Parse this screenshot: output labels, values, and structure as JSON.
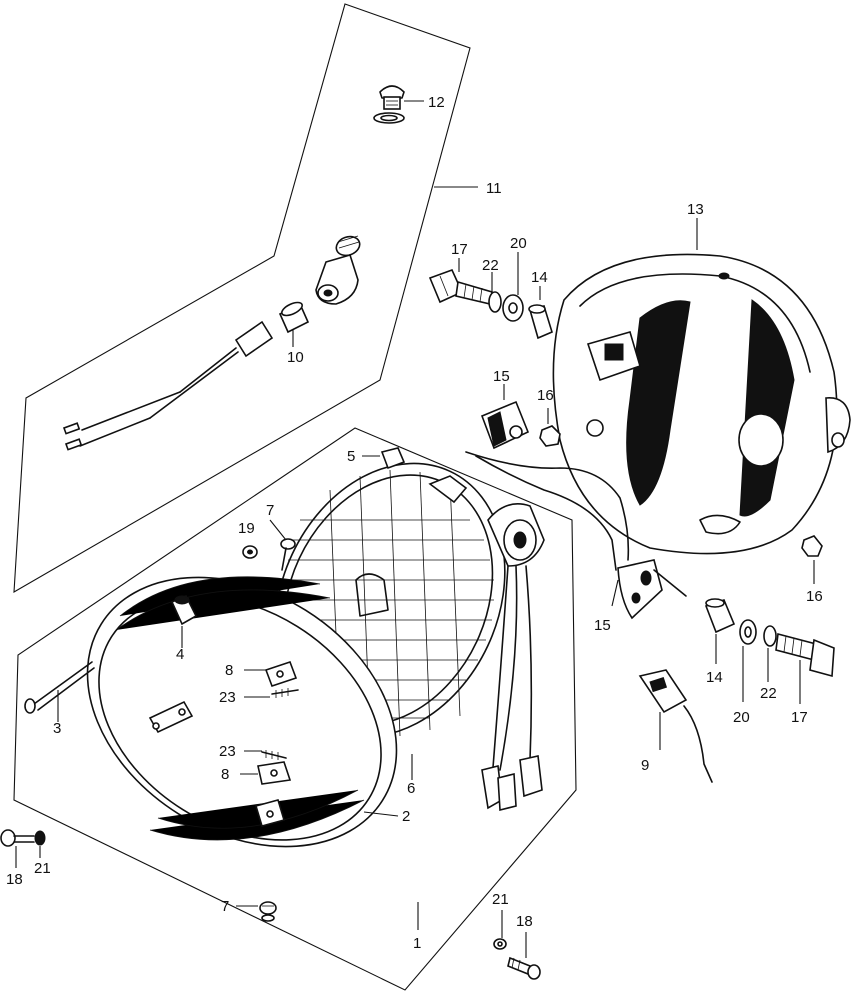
{
  "callouts": [
    {
      "id": "c12",
      "text": "12"
    },
    {
      "id": "c11",
      "text": "11"
    },
    {
      "id": "c10",
      "text": "10"
    },
    {
      "id": "c13",
      "text": "13"
    },
    {
      "id": "c17a",
      "text": "17"
    },
    {
      "id": "c22a",
      "text": "22"
    },
    {
      "id": "c20a",
      "text": "20"
    },
    {
      "id": "c14a",
      "text": "14"
    },
    {
      "id": "c15a",
      "text": "15"
    },
    {
      "id": "c16a",
      "text": "16"
    },
    {
      "id": "c5",
      "text": "5"
    },
    {
      "id": "c7a",
      "text": "7"
    },
    {
      "id": "c19",
      "text": "19"
    },
    {
      "id": "c4",
      "text": "4"
    },
    {
      "id": "c3",
      "text": "3"
    },
    {
      "id": "c8a",
      "text": "8"
    },
    {
      "id": "c23a",
      "text": "23"
    },
    {
      "id": "c23b",
      "text": "23"
    },
    {
      "id": "c8b",
      "text": "8"
    },
    {
      "id": "c6",
      "text": "6"
    },
    {
      "id": "c2",
      "text": "2"
    },
    {
      "id": "c18a",
      "text": "18"
    },
    {
      "id": "c21a",
      "text": "21"
    },
    {
      "id": "c7b",
      "text": "7"
    },
    {
      "id": "c1",
      "text": "1"
    },
    {
      "id": "c21b",
      "text": "21"
    },
    {
      "id": "c18b",
      "text": "18"
    },
    {
      "id": "c15b",
      "text": "15"
    },
    {
      "id": "c16b",
      "text": "16"
    },
    {
      "id": "c14b",
      "text": "14"
    },
    {
      "id": "c20b",
      "text": "20"
    },
    {
      "id": "c22b",
      "text": "22"
    },
    {
      "id": "c17b",
      "text": "17"
    },
    {
      "id": "c9",
      "text": "9"
    }
  ]
}
